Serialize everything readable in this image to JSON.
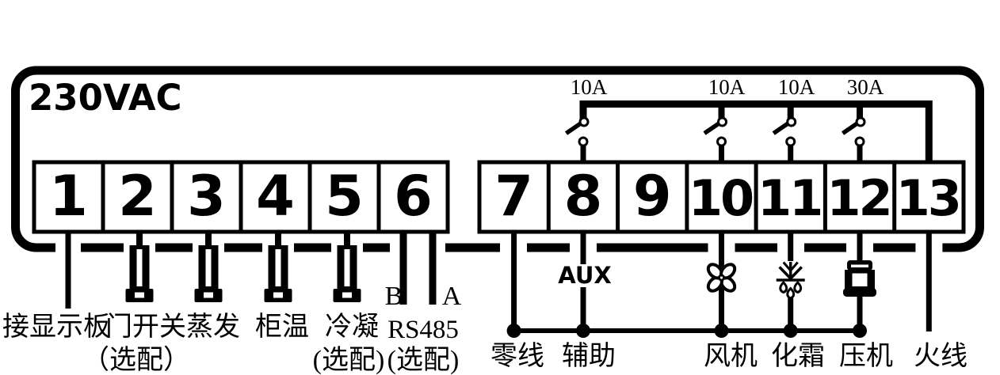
{
  "diagram": {
    "supply": "230VAC",
    "terminals": {
      "left": [
        "1",
        "2",
        "3",
        "4",
        "5",
        "6"
      ],
      "right": [
        "7",
        "8",
        "9",
        "10",
        "11",
        "12",
        "13"
      ]
    },
    "relays": [
      {
        "rating": "10A",
        "above_terminal": "8"
      },
      {
        "rating": "10A",
        "above_terminal": "10"
      },
      {
        "rating": "10A",
        "above_terminal": "11"
      },
      {
        "rating": "30A",
        "above_terminal": "12"
      }
    ],
    "wire_labels": {
      "b": "B",
      "a": "A",
      "rs485": "RS485",
      "aux": "AUX"
    },
    "bottom_labels_left": {
      "display_board": "接显示板",
      "door_switch": "门开关",
      "door_switch_note": "（选配）",
      "evaporator": "蒸发",
      "cabinet_temp": "柜温",
      "condenser": "冷凝",
      "condenser_note": "(选配)",
      "rs485_note": "(选配)"
    },
    "bottom_labels_right": {
      "neutral": "零线",
      "auxiliary": "辅助",
      "fan": "风机",
      "defrost": "化霜",
      "compressor": "压机",
      "live": "火线"
    },
    "icons": [
      "sensor-probe-icon",
      "relay-switch-icon",
      "fan-icon",
      "defrost-icon",
      "compressor-icon",
      "junction-dot"
    ],
    "colors": {
      "line": "#000000",
      "background": "#ffffff"
    }
  }
}
